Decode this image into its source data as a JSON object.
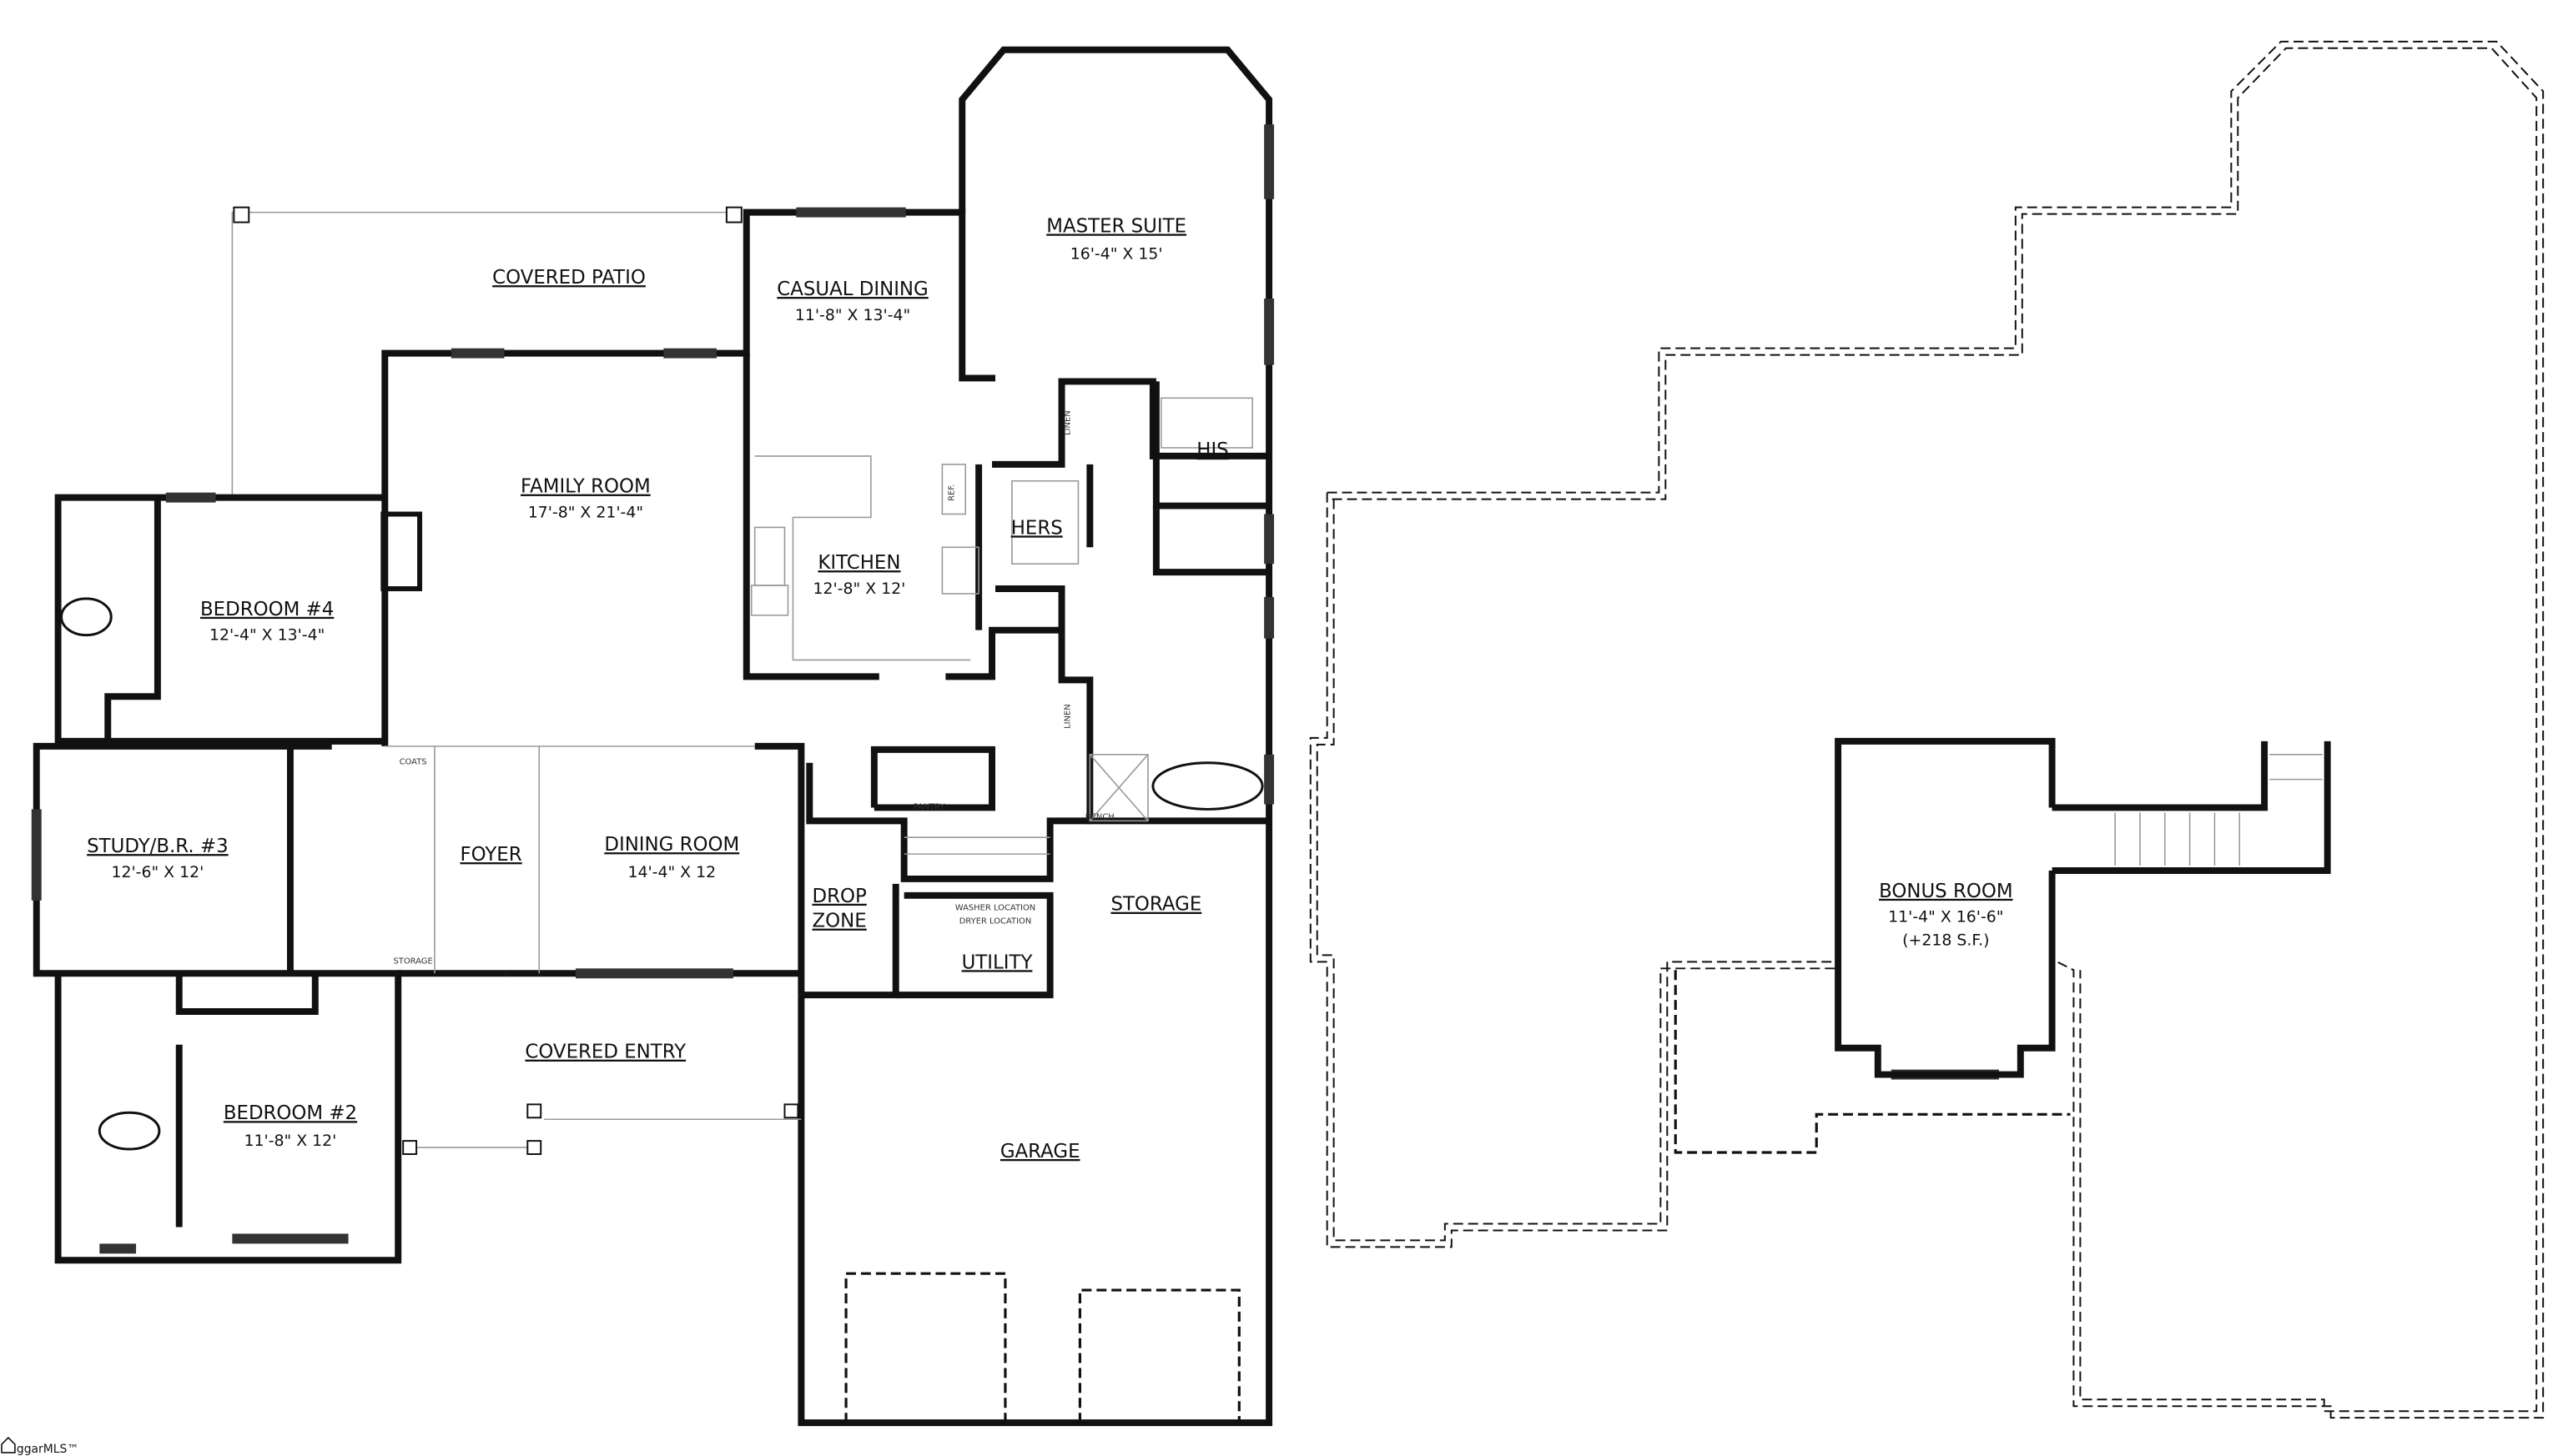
{
  "rooms": {
    "covered_patio": {
      "label": "COVERED PATIO"
    },
    "casual_dining": {
      "label": "CASUAL DINING",
      "dims": "11'-8\" X 13'-4\""
    },
    "master_suite": {
      "label": "MASTER SUITE",
      "dims": "16'-4\" X 15'"
    },
    "family_room": {
      "label": "FAMILY ROOM",
      "dims": "17'-8\" X 21'-4\""
    },
    "kitchen": {
      "label": "KITCHEN",
      "dims": "12'-8\" X 12'"
    },
    "his": {
      "label": "HIS"
    },
    "hers": {
      "label": "HERS"
    },
    "bedroom_4": {
      "label": "BEDROOM #4",
      "dims": "12'-4\" X 13'-4\""
    },
    "study": {
      "label": "STUDY/B.R. #3",
      "dims": "12'-6\" X 12'"
    },
    "foyer": {
      "label": "FOYER"
    },
    "dining_room": {
      "label": "DINING ROOM",
      "dims": "14'-4\" X 12"
    },
    "drop_zone": {
      "label_1": "DROP",
      "label_2": "ZONE"
    },
    "storage": {
      "label": "STORAGE"
    },
    "utility": {
      "label": "UTILITY"
    },
    "covered_entry": {
      "label": "COVERED ENTRY"
    },
    "bedroom_2": {
      "label": "BEDROOM #2",
      "dims": "11'-8\" X 12'"
    },
    "garage": {
      "label": "GARAGE"
    },
    "bonus_room": {
      "label": "BONUS ROOM",
      "dims": "11'-4\" X 16'-6\"",
      "area": "(+218 S.F.)"
    }
  },
  "fixtures": {
    "coats": "COATS",
    "storage_small": "STORAGE",
    "pantry": "PANTRY",
    "linen": "LINEN",
    "ref": "REF.",
    "bench": "BENCH",
    "washer": "WASHER LOCATION",
    "dryer": "DRYER LOCATION"
  },
  "watermark": {
    "text": "ggarMLS™"
  }
}
